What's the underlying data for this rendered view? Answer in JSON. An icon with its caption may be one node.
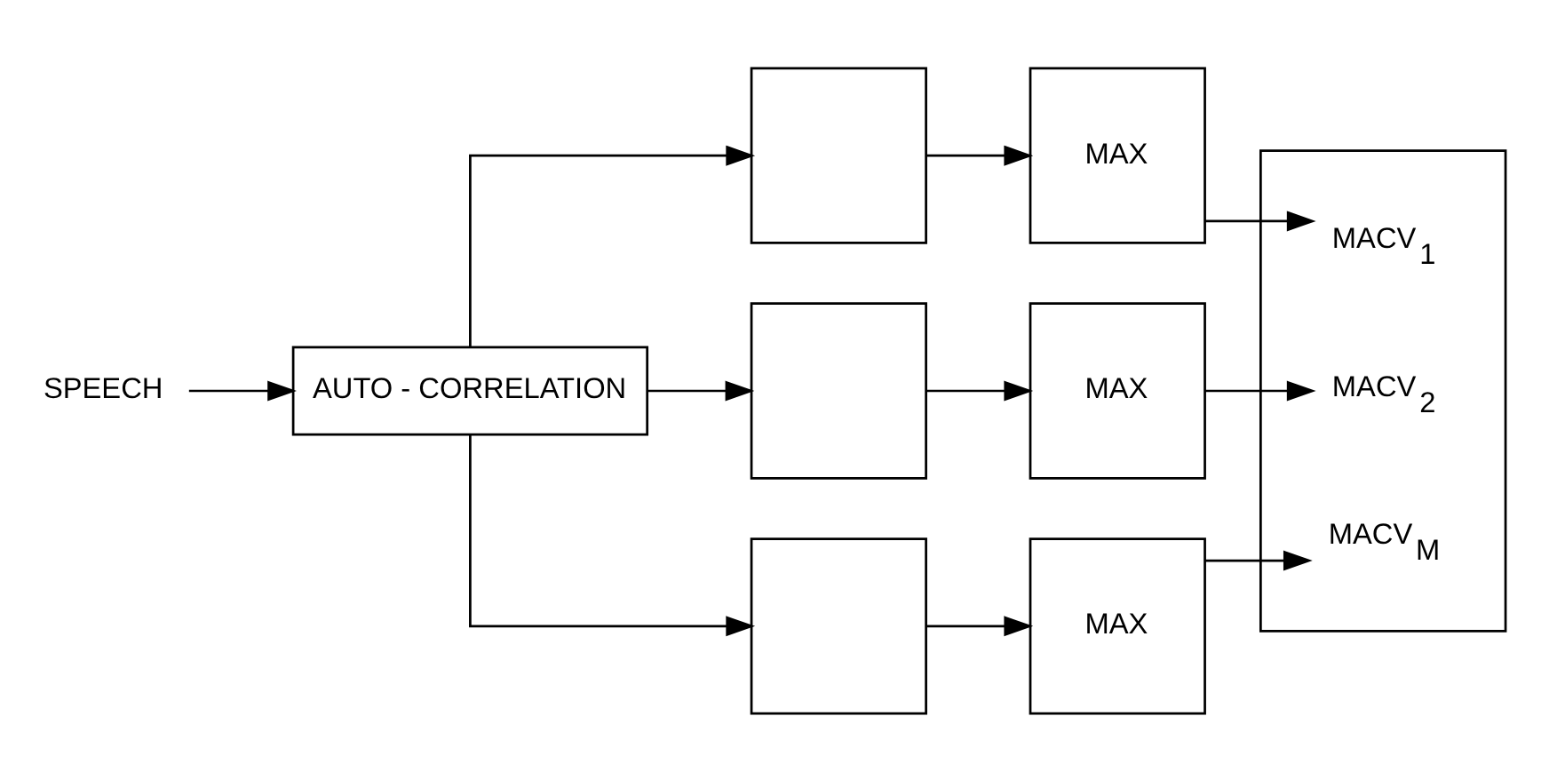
{
  "diagram": {
    "nodes": [
      {
        "text": [
          "SPEECH"
        ]
      },
      {
        "text": [
          "AUTO - CORRELATION"
        ]
      },
      {
        "text": [],
        "shape": "box"
      },
      {
        "text": [],
        "shape": "box"
      },
      {
        "text": [],
        "shape": "box"
      },
      {
        "text": [
          "MAX"
        ]
      },
      {
        "text": [
          "MAX"
        ]
      },
      {
        "text": [
          "MAX"
        ]
      },
      {
        "text": [],
        "shape": "box"
      },
      {
        "text": [
          "MACV$_{1}$"
        ],
        "in": 8
      },
      {
        "text": [
          "MACV$_{2}$"
        ],
        "in": 8
      },
      {
        "text": [
          "MACV$_{M}$"
        ],
        "in": 8
      }
    ],
    "edges": [
      {
        "from": 0,
        "to": 1,
        "arrow": "to"
      },
      {
        "from": 1,
        "to": 2,
        "arrow": "to"
      },
      {
        "from": 1,
        "to": 3,
        "arrow": "to"
      },
      {
        "from": 1,
        "to": 4,
        "arrow": "to"
      },
      {
        "from": 2,
        "to": 5,
        "arrow": "to"
      },
      {
        "from": 3,
        "to": 6,
        "arrow": "to"
      },
      {
        "from": 4,
        "to": 7,
        "arrow": "to"
      },
      {
        "from": 5,
        "to": 9,
        "arrow": "to"
      },
      {
        "from": 6,
        "to": 10,
        "arrow": "to"
      },
      {
        "from": 7,
        "to": 11,
        "arrow": "to"
      }
    ]
  }
}
